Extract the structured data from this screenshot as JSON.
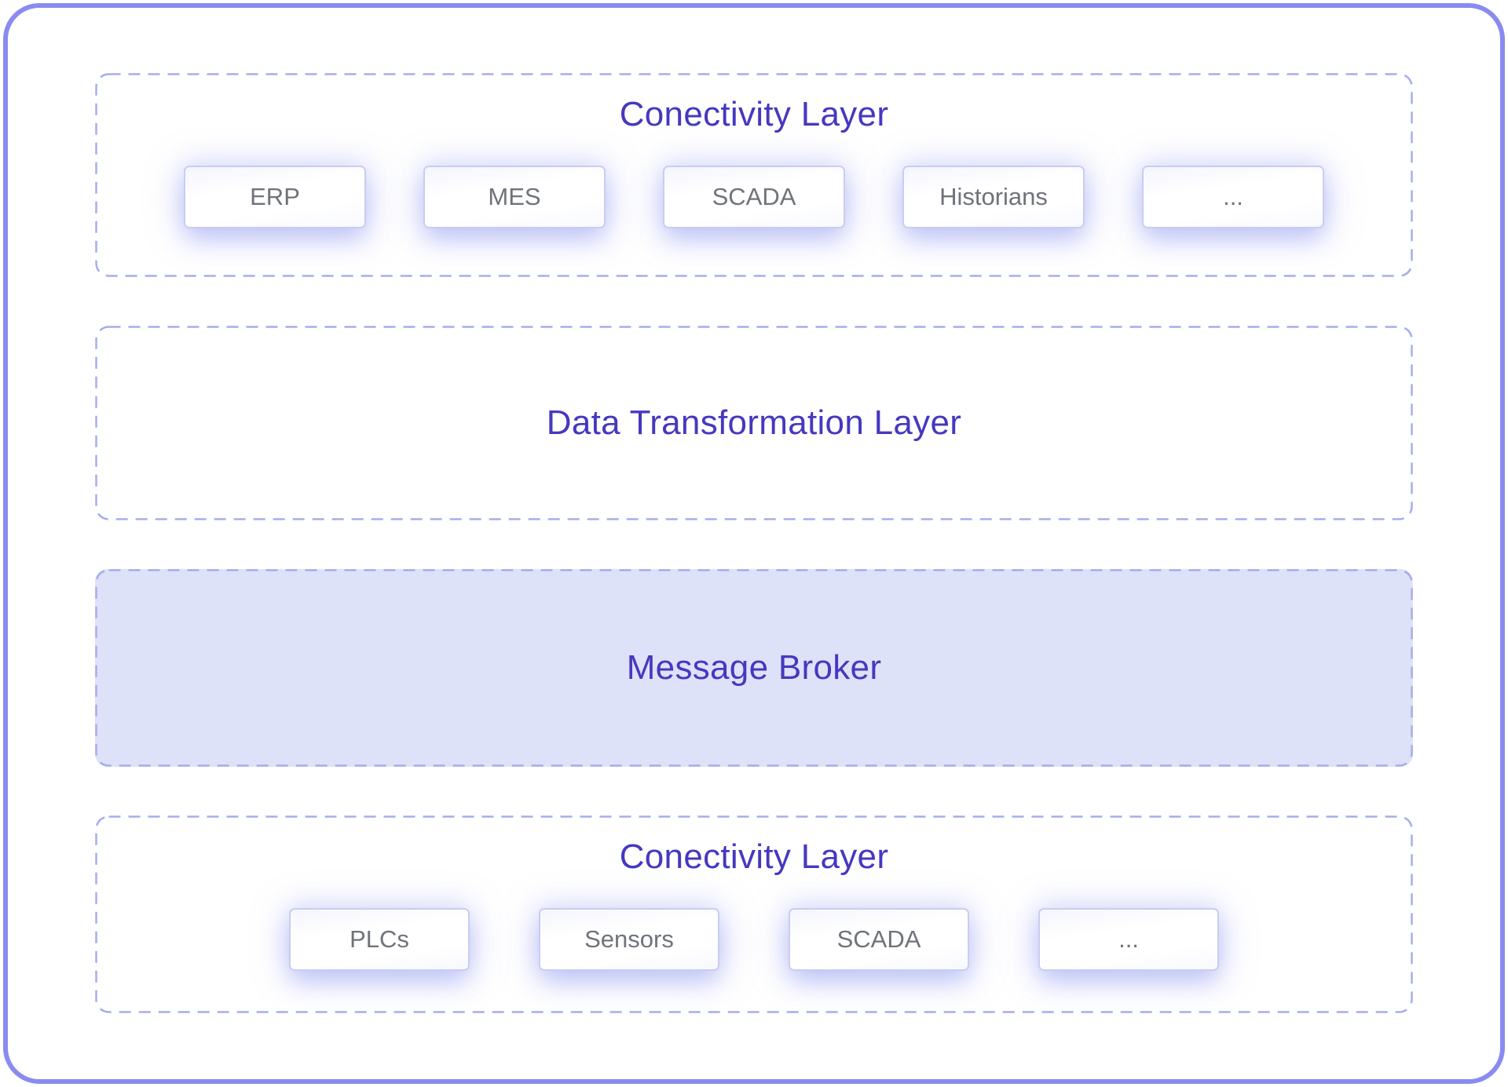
{
  "diagram": {
    "layers": [
      {
        "title": "Conectivity Layer",
        "boxes": [
          "ERP",
          "MES",
          "SCADA",
          "Historians",
          "..."
        ]
      },
      {
        "title": "Data Transformation Layer"
      },
      {
        "title": "Message Broker"
      },
      {
        "title": "Conectivity Layer",
        "boxes": [
          "PLCs",
          "Sensors",
          "SCADA",
          "..."
        ]
      }
    ],
    "colors": {
      "frame_border": "#8a8bf0",
      "dashed_border": "#a6adec",
      "title_text": "#4538c0",
      "box_text": "#6f737a",
      "broker_fill": "#dee2f8",
      "box_border": "#c9cdef"
    }
  }
}
